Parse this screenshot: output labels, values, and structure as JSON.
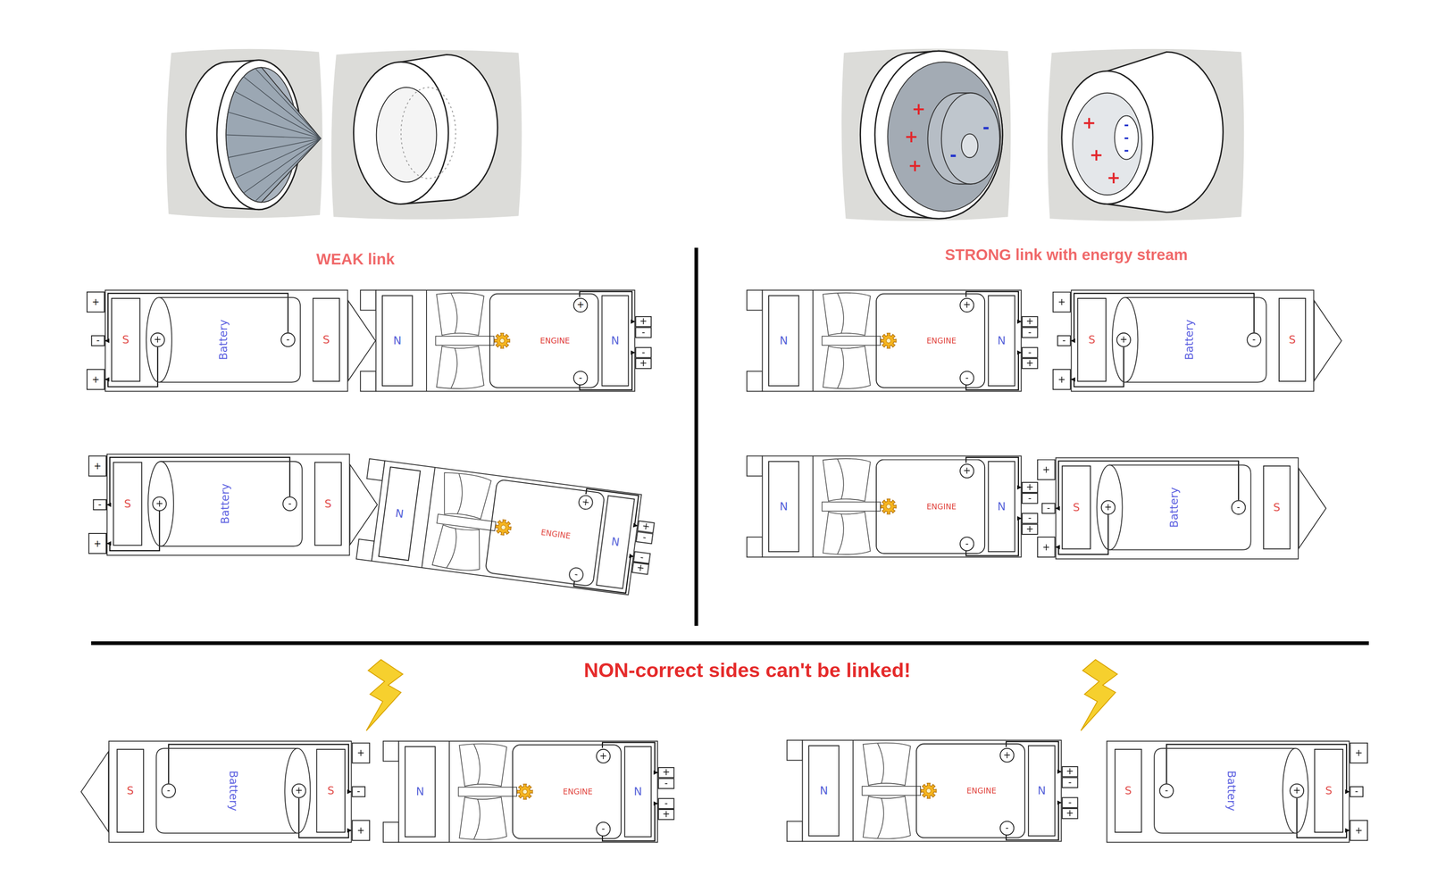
{
  "diagram": {
    "nodes": [
      {
        "text": [
          "+"
        ]
      },
      {
        "text": [
          "-"
        ]
      },
      {
        "text": [
          "+"
        ]
      },
      {
        "text": [
          "S"
        ]
      },
      {
        "text": [
          "Battery"
        ]
      },
      {
        "text": [
          "+"
        ],
        "in": 4
      },
      {
        "text": [
          "-"
        ],
        "in": 4
      },
      {
        "text": [
          "S"
        ]
      },
      {
        "text": [
          "N"
        ]
      },
      {
        "text": [
          "ENGINE"
        ]
      },
      {
        "text": [
          "+"
        ],
        "in": 9
      },
      {
        "text": [
          "-"
        ],
        "in": 9
      },
      {
        "text": [
          "N"
        ]
      },
      {
        "text": [
          "+"
        ]
      },
      {
        "text": [
          "-"
        ]
      },
      {
        "text": [
          "-"
        ]
      },
      {
        "text": [
          "+"
        ]
      },
      {
        "text": [
          "N"
        ]
      },
      {
        "text": [
          "ENGINE"
        ]
      },
      {
        "text": [
          "+"
        ],
        "in": 18
      },
      {
        "text": [
          "-"
        ],
        "in": 18
      },
      {
        "text": [
          "N"
        ]
      },
      {
        "text": [
          "+"
        ]
      },
      {
        "text": [
          "-"
        ]
      },
      {
        "text": [
          "-"
        ]
      },
      {
        "text": [
          "+"
        ]
      },
      {
        "text": [
          "+"
        ]
      },
      {
        "text": [
          "-"
        ]
      },
      {
        "text": [
          "+"
        ]
      },
      {
        "text": [
          "S"
        ]
      },
      {
        "text": [
          "Battery"
        ]
      },
      {
        "text": [
          "+"
        ],
        "in": 30
      },
      {
        "text": [
          "-"
        ],
        "in": 30
      },
      {
        "text": [
          "S"
        ]
      },
      {
        "text": [
          "+"
        ]
      },
      {
        "text": [
          "-"
        ]
      },
      {
        "text": [
          "+"
        ]
      },
      {
        "text": [
          "S"
        ]
      },
      {
        "text": [
          "Battery"
        ]
      },
      {
        "text": [
          "+"
        ],
        "in": 38
      },
      {
        "text": [
          "-"
        ],
        "in": 38
      },
      {
        "text": [
          "S"
        ]
      },
      {
        "text": [
          "N"
        ]
      },
      {
        "text": [
          "ENGINE"
        ]
      },
      {
        "text": [
          "+"
        ],
        "in": 43
      },
      {
        "text": [
          "-"
        ],
        "in": 43
      },
      {
        "text": [
          "N"
        ]
      },
      {
        "text": [
          "+"
        ]
      },
      {
        "text": [
          "-"
        ]
      },
      {
        "text": [
          "-"
        ]
      },
      {
        "text": [
          "+"
        ]
      },
      {
        "text": [
          "N"
        ]
      },
      {
        "text": [
          "ENGINE"
        ]
      },
      {
        "text": [
          "+"
        ],
        "in": 52
      },
      {
        "text": [
          "-"
        ],
        "in": 52
      },
      {
        "text": [
          "N"
        ]
      },
      {
        "text": [
          "+"
        ]
      },
      {
        "text": [
          "-"
        ]
      },
      {
        "text": [
          "-"
        ]
      },
      {
        "text": [
          "+"
        ]
      },
      {
        "text": [
          "+"
        ]
      },
      {
        "text": [
          "-"
        ]
      },
      {
        "text": [
          "+"
        ]
      },
      {
        "text": [
          "S"
        ]
      },
      {
        "text": [
          "Battery"
        ]
      },
      {
        "text": [
          "+"
        ],
        "in": 64
      },
      {
        "text": [
          "-"
        ],
        "in": 64
      },
      {
        "text": [
          "S"
        ]
      },
      {
        "text": [
          "S"
        ]
      },
      {
        "text": [
          "Battery"
        ]
      },
      {
        "text": [
          "-"
        ],
        "in": 69
      },
      {
        "text": [
          "+"
        ],
        "in": 69
      },
      {
        "text": [
          "S"
        ]
      },
      {
        "text": [
          "+"
        ]
      },
      {
        "text": [
          "-"
        ]
      },
      {
        "text": [
          "+"
        ]
      },
      {
        "text": [
          "N"
        ]
      },
      {
        "text": [
          "ENGINE"
        ]
      },
      {
        "text": [
          "+"
        ],
        "in": 77
      },
      {
        "text": [
          "-"
        ],
        "in": 77
      },
      {
        "text": [
          "N"
        ]
      },
      {
        "text": [
          "+"
        ]
      },
      {
        "text": [
          "-"
        ]
      },
      {
        "text": [
          "-"
        ]
      },
      {
        "text": [
          "+"
        ]
      },
      {
        "text": [
          "N"
        ]
      },
      {
        "text": [
          "ENGINE"
        ]
      },
      {
        "text": [
          "+"
        ],
        "in": 86
      },
      {
        "text": [
          "-"
        ],
        "in": 86
      },
      {
        "text": [
          "N"
        ]
      },
      {
        "text": [
          "+"
        ]
      },
      {
        "text": [
          "-"
        ]
      },
      {
        "text": [
          "-"
        ]
      },
      {
        "text": [
          "+"
        ]
      },
      {
        "text": [
          "S"
        ]
      },
      {
        "text": [
          "Battery"
        ]
      },
      {
        "text": [
          "-"
        ],
        "in": 95
      },
      {
        "text": [
          "+"
        ],
        "in": 95
      },
      {
        "text": [
          "S"
        ]
      },
      {
        "text": [
          "+"
        ]
      },
      {
        "text": [
          "-"
        ]
      },
      {
        "text": [
          "+"
        ]
      }
    ],
    "edges": [
      {
        "from": 5,
        "to": 2,
        "arrow": "to"
      },
      {
        "from": 6,
        "to": 1,
        "arrow": "to"
      },
      {
        "from": 10,
        "to": 13,
        "arrow": "to"
      },
      {
        "from": 11,
        "to": 15,
        "arrow": "to"
      },
      {
        "from": 19,
        "to": 22,
        "arrow": "to"
      },
      {
        "from": 20,
        "to": 24,
        "arrow": "to"
      },
      {
        "from": 31,
        "to": 28,
        "arrow": "to"
      },
      {
        "from": 32,
        "to": 27,
        "arrow": "to"
      },
      {
        "from": 39,
        "to": 36,
        "arrow": "to"
      },
      {
        "from": 40,
        "to": 35,
        "arrow": "to"
      },
      {
        "from": 44,
        "to": 47,
        "arrow": "to"
      },
      {
        "from": 45,
        "to": 49,
        "arrow": "to"
      },
      {
        "from": 53,
        "to": 56,
        "arrow": "to"
      },
      {
        "from": 54,
        "to": 58,
        "arrow": "to"
      },
      {
        "from": 65,
        "to": 62,
        "arrow": "to"
      },
      {
        "from": 66,
        "to": 61,
        "arrow": "to"
      },
      {
        "from": 71,
        "to": 75,
        "arrow": "to"
      },
      {
        "from": 70,
        "to": 74,
        "arrow": "to"
      },
      {
        "from": 78,
        "to": 81,
        "arrow": "to"
      },
      {
        "from": 79,
        "to": 83,
        "arrow": "to"
      },
      {
        "from": 87,
        "to": 90,
        "arrow": "to"
      },
      {
        "from": 88,
        "to": 92,
        "arrow": "to"
      },
      {
        "from": 97,
        "to": 101,
        "arrow": "to"
      },
      {
        "from": 96,
        "to": 100,
        "arrow": "to"
      }
    ],
    "labels": [
      "+",
      "+",
      "+",
      "-",
      "-",
      "+",
      "+",
      "+",
      "-",
      "-",
      "-",
      "WEAK link",
      "STRONG link with energy stream",
      "NON-correct sides can't be linked!"
    ]
  }
}
